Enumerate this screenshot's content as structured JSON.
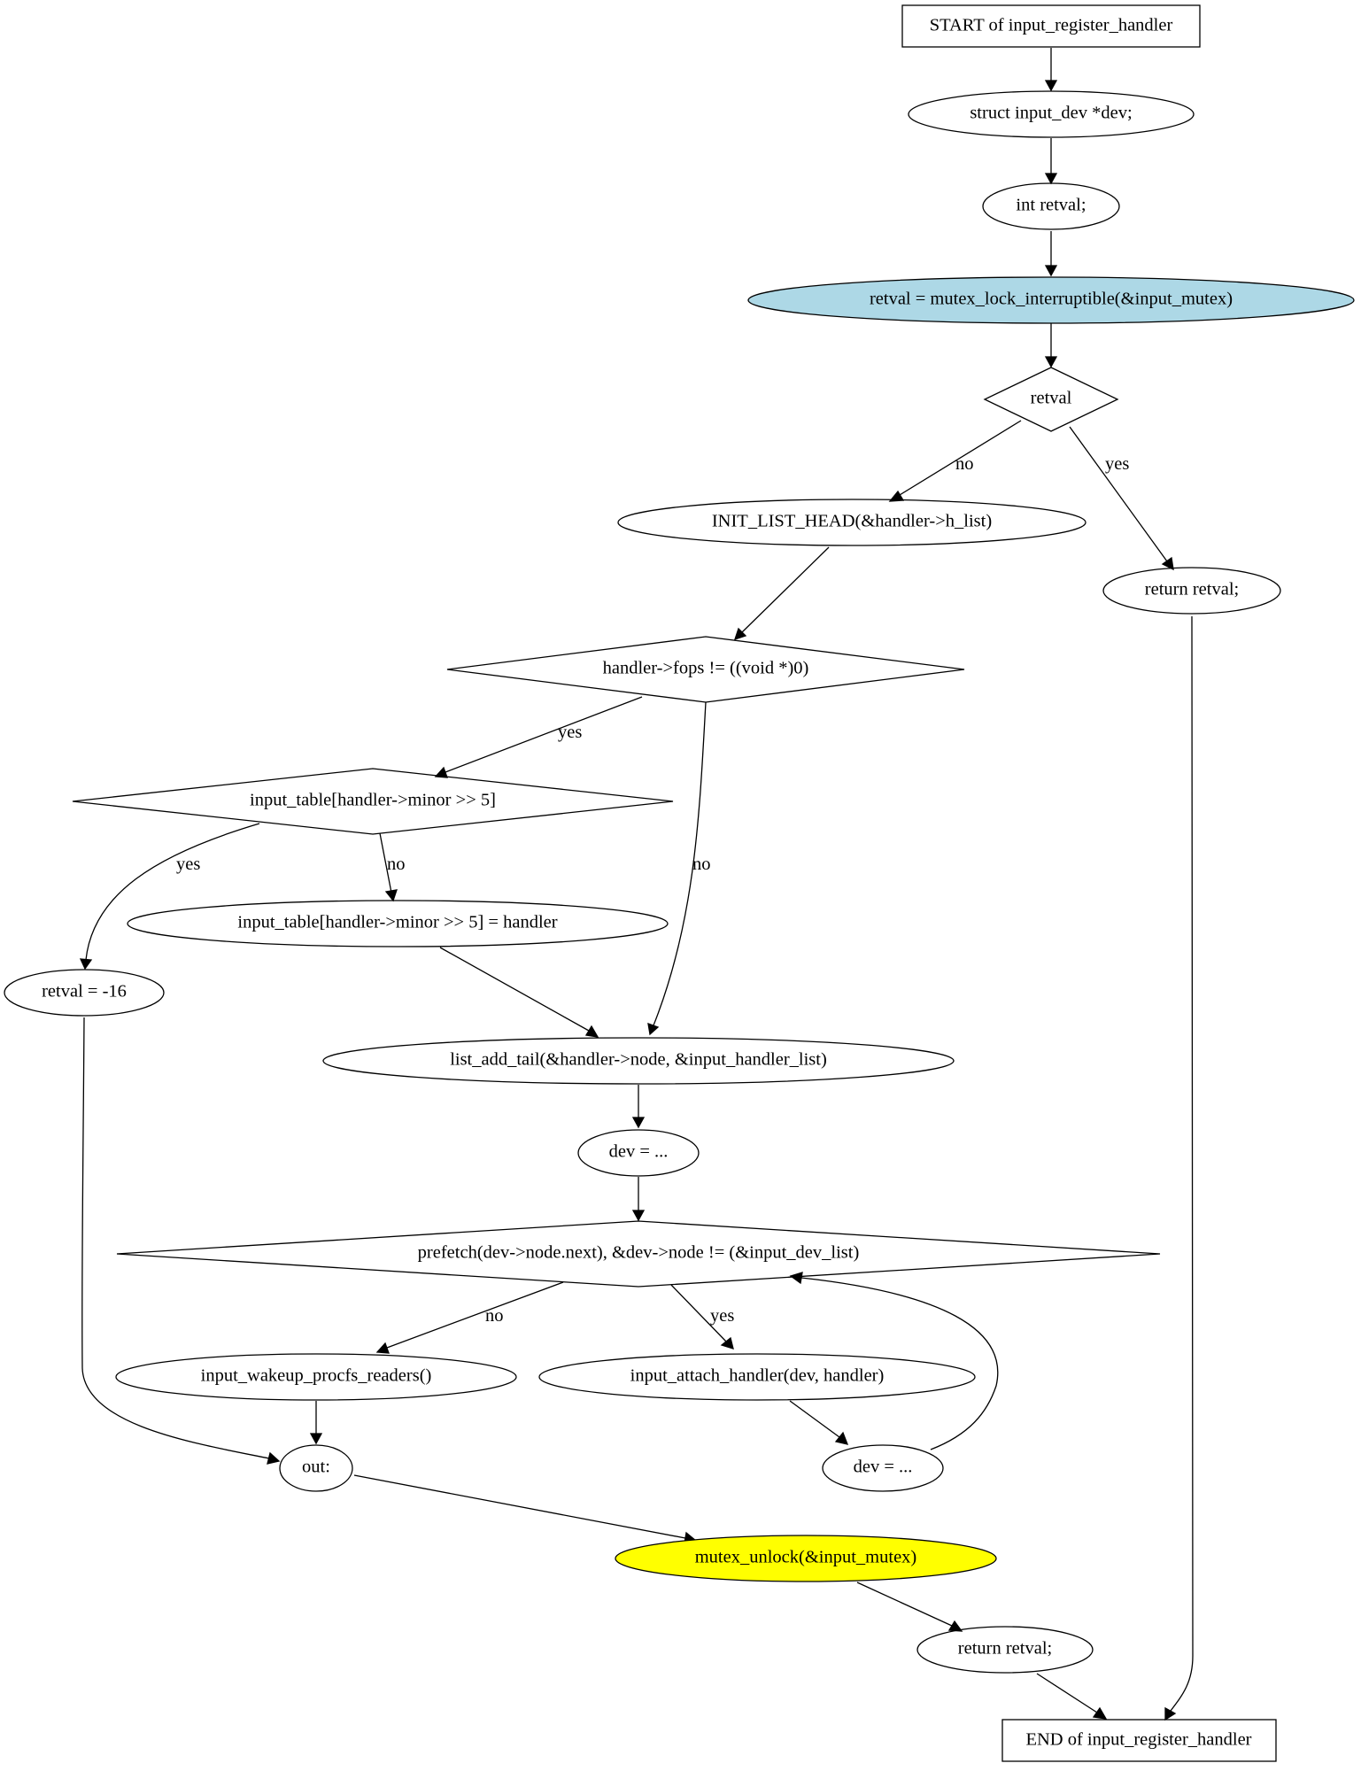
{
  "colors": {
    "highlight_blue": "#add8e6",
    "highlight_yellow": "#ffff00",
    "stroke": "#000000",
    "background": "#ffffff"
  },
  "nodes": {
    "start": "START of input_register_handler",
    "decl_dev": "struct input_dev *dev;",
    "decl_retval": "int retval;",
    "lock": "retval = mutex_lock_interruptible(&input_mutex)",
    "check_retval": "retval",
    "init_list": "INIT_LIST_HEAD(&handler->h_list)",
    "return_early": "return retval;",
    "check_fops": "handler->fops != ((void *)0)",
    "check_table": "input_table[handler->minor >> 5]",
    "assign_table": "input_table[handler->minor >> 5] = handler",
    "set_busy": "retval = -16",
    "list_add": "list_add_tail(&handler->node, &input_handler_list)",
    "dev_init": "dev = ...",
    "loop_cond": "prefetch(dev->node.next), &dev->node != (&input_dev_list)",
    "wakeup": "input_wakeup_procfs_readers()",
    "attach": "input_attach_handler(dev, handler)",
    "dev_next": "dev = ...",
    "out_label": "out:",
    "unlock": "mutex_unlock(&input_mutex)",
    "return_final": "return retval;",
    "end": "END of input_register_handler"
  },
  "edge_labels": {
    "retval_no": "no",
    "retval_yes": "yes",
    "fops_yes": "yes",
    "fops_no": "no",
    "table_yes": "yes",
    "table_no": "no",
    "loop_no": "no",
    "loop_yes": "yes"
  }
}
